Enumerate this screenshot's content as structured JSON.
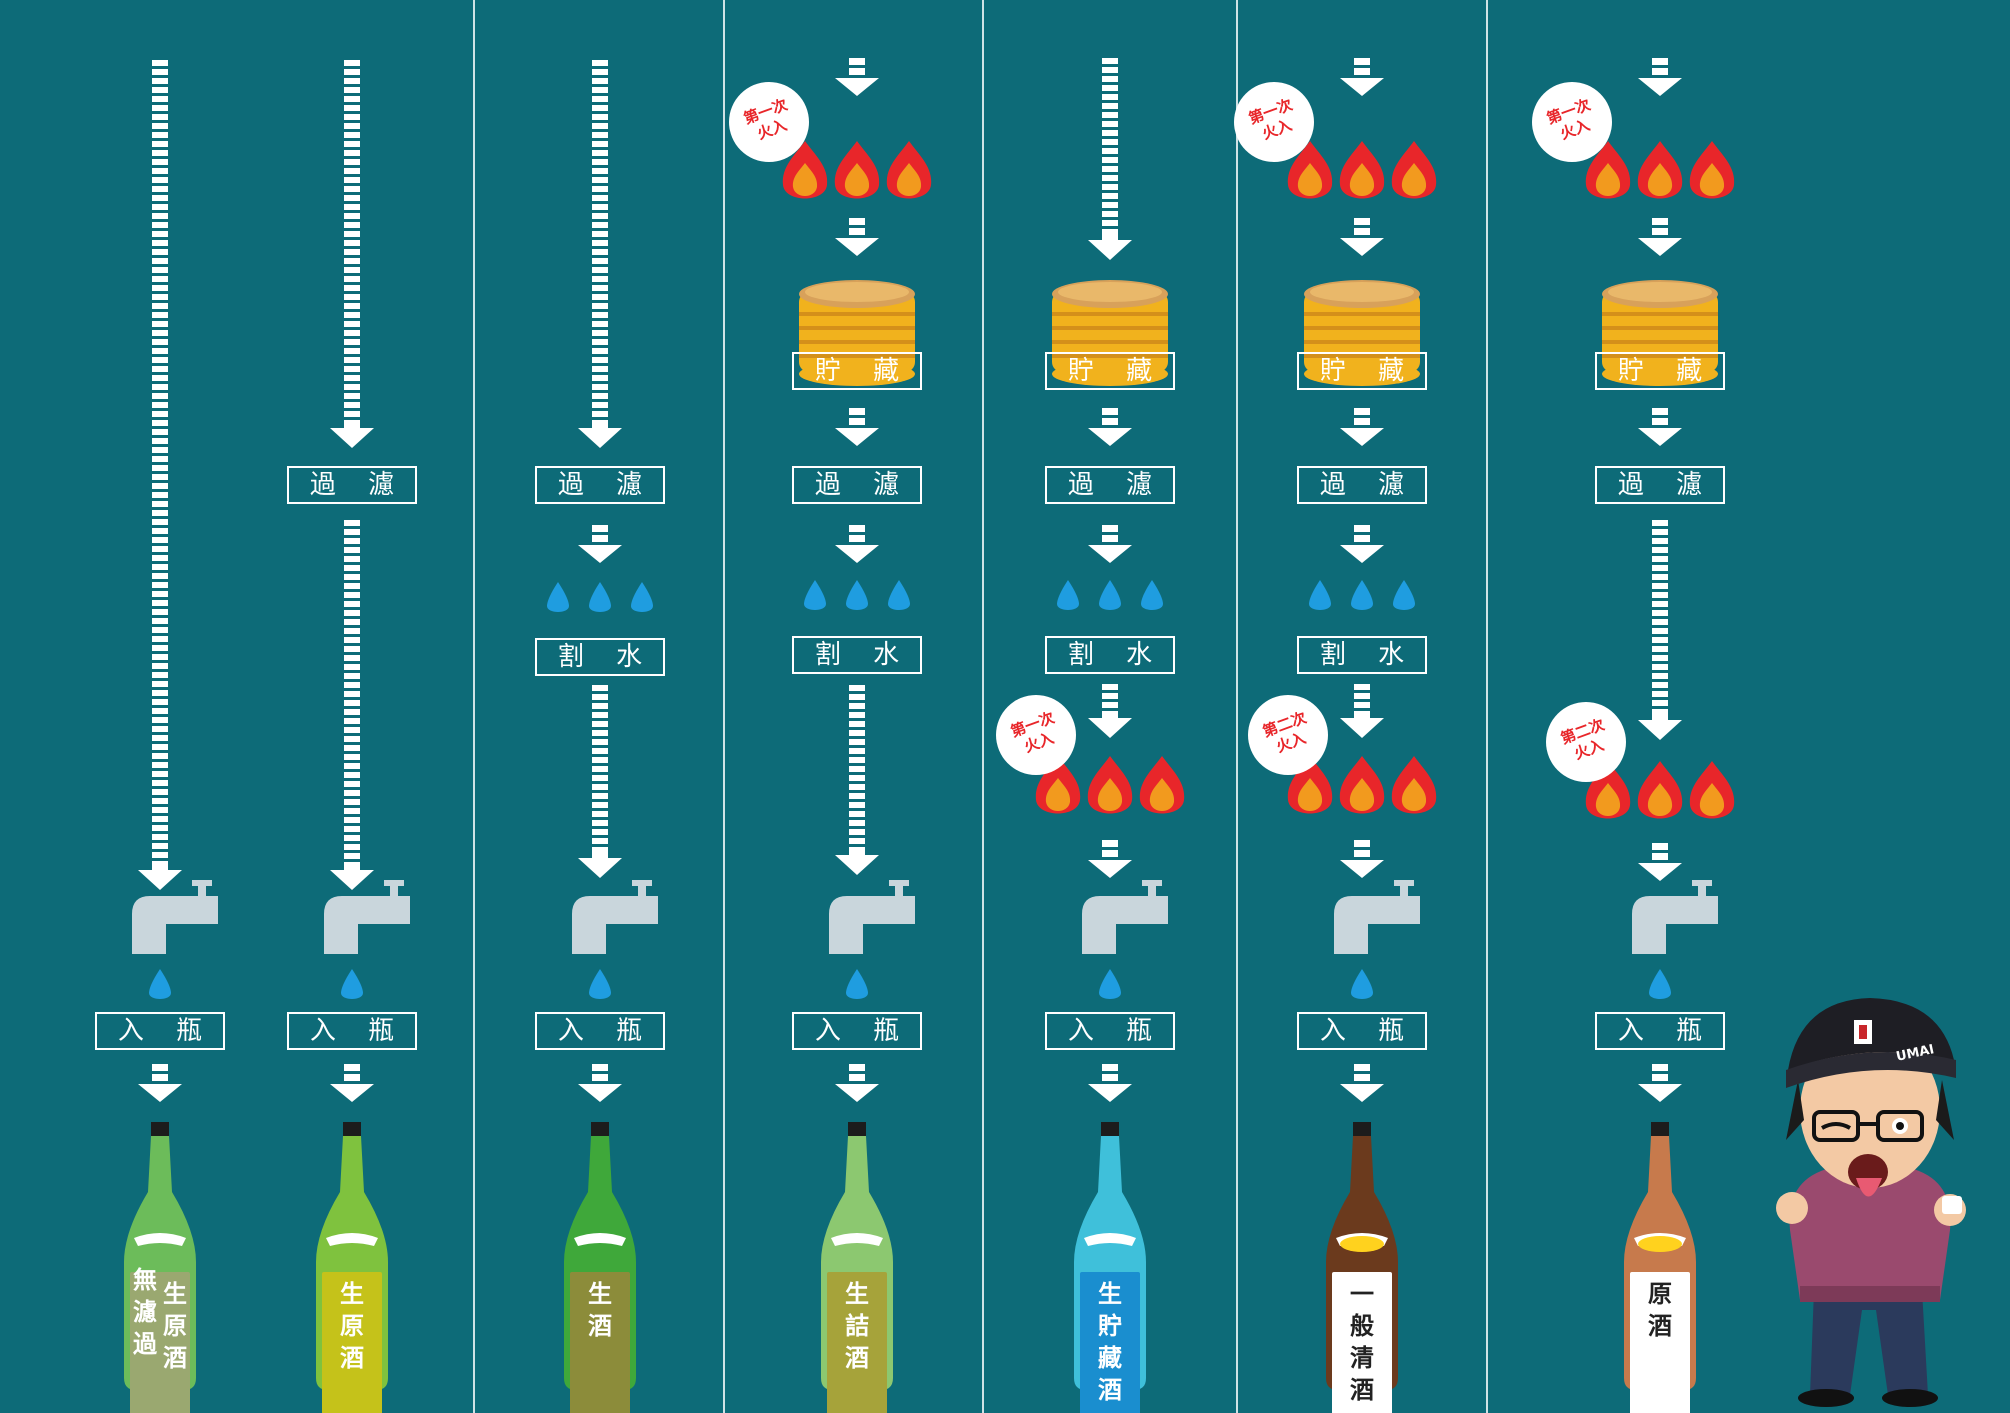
{
  "colors": {
    "background": "#0d6b78",
    "divider": "#cfe2e5",
    "arrow": "#ffffff",
    "flame_outer": "#e8262a",
    "flame_inner": "#f29a1e",
    "water_drop": "#1f9de0",
    "faucet": "#c9d6dc",
    "barrel": "#f1b21d",
    "barrel_stripe": "#d4901a"
  },
  "labels": {
    "filter": "過 濾",
    "water": "割 水",
    "storage": "貯 藏",
    "bottling": "入 瓶"
  },
  "heat": {
    "first": [
      "第一次",
      "火入"
    ],
    "second": [
      "第二次",
      "火入"
    ]
  },
  "mascot": {
    "badge": "UMAI",
    "icons": [
      "mascot-cartoon-icon"
    ]
  },
  "columns": [
    {
      "id": "muroka-namagenshu",
      "steps": [],
      "bottle": {
        "glass": "#6cbc5a",
        "band": "#9aa870",
        "label_lines": [
          [
            "生",
            "原",
            "酒"
          ],
          [
            "無",
            "濾",
            "過"
          ]
        ]
      }
    },
    {
      "id": "nama-genshu",
      "steps": [
        "filter"
      ],
      "bottle": {
        "glass": "#7fc23e",
        "band": "#c5c21a",
        "label_lines": [
          [
            "生",
            "原",
            "酒"
          ]
        ]
      }
    },
    {
      "id": "namazake",
      "steps": [
        "filter",
        "water"
      ],
      "bottle": {
        "glass": "#3fa83a",
        "band": "#8c8c3a",
        "label_lines": [
          [
            "生",
            "酒"
          ]
        ]
      }
    },
    {
      "id": "namazume",
      "steps": [
        "heat1",
        "storage",
        "filter",
        "water"
      ],
      "bottle": {
        "glass": "#8cc870",
        "band": "#a6a33a",
        "label_lines": [
          [
            "生",
            "詰",
            "酒"
          ]
        ]
      }
    },
    {
      "id": "namachozo",
      "steps": [
        "storage",
        "filter",
        "water",
        "heat1"
      ],
      "bottle": {
        "glass": "#3fc0da",
        "band": "#1a8ecf",
        "label_lines": [
          [
            "生",
            "貯",
            "藏",
            "酒"
          ]
        ]
      }
    },
    {
      "id": "ippan-seishu",
      "steps": [
        "heat1",
        "storage",
        "filter",
        "water",
        "heat2"
      ],
      "bottle": {
        "glass": "#6b3a1d",
        "band": "#ffffff",
        "label_lines": [
          [
            "一",
            "般",
            "清",
            "酒"
          ]
        ],
        "dark_text": true
      }
    },
    {
      "id": "genshu",
      "steps": [
        "heat1",
        "storage",
        "filter",
        "heat2"
      ],
      "bottle": {
        "glass": "#c77a4c",
        "band": "#ffffff",
        "label_lines": [
          [
            "原",
            "酒"
          ]
        ],
        "dark_text": true
      }
    }
  ]
}
